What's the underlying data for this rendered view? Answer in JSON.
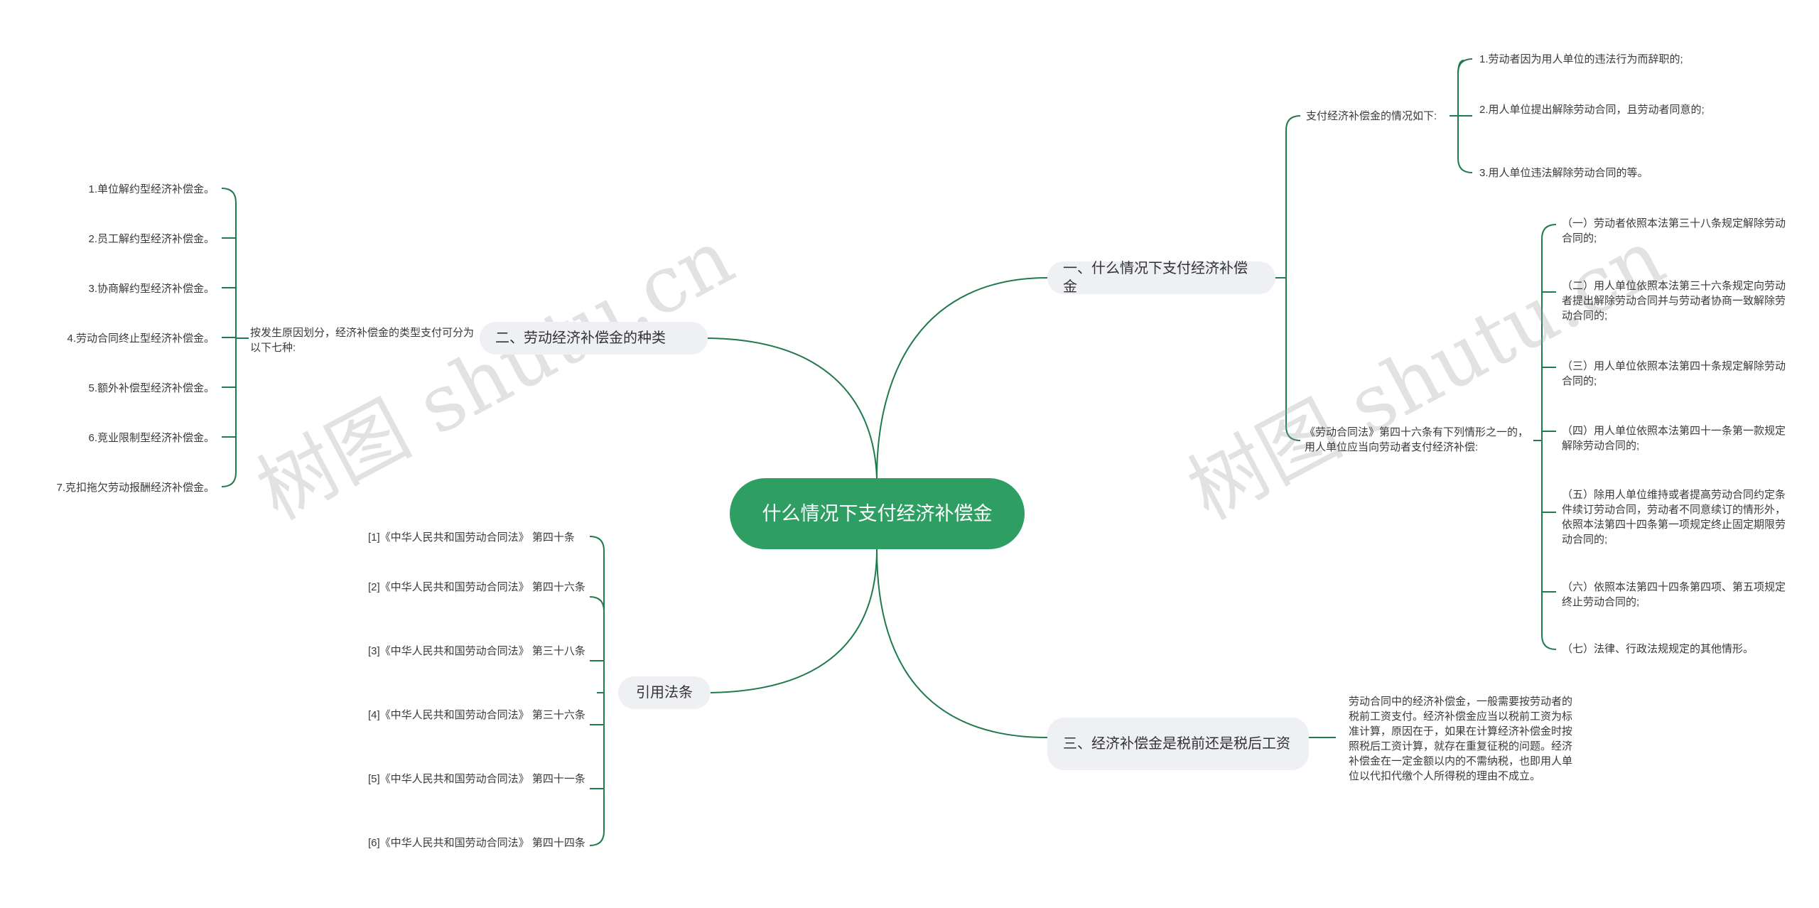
{
  "root": "什么情况下支付经济补偿金",
  "watermark": "树图 shutu.cn",
  "colors": {
    "branch": "#1f7a4d",
    "root_fill": "#2e9e63",
    "topic_fill": "#eef0f3"
  },
  "branch1": {
    "title": "一、什么情况下支付经济补偿金",
    "group_a": {
      "label": "支付经济补偿金的情况如下:",
      "items": [
        "1.劳动者因为用人单位的违法行为而辞职的;",
        "2.用人单位提出解除劳动合同，且劳动者同意的;",
        "3.用人单位违法解除劳动合同的等。"
      ]
    },
    "group_b": {
      "label": "《劳动合同法》第四十六条有下列情形之一的，用人单位应当向劳动者支付经济补偿:",
      "items": [
        "（一）劳动者依照本法第三十八条规定解除劳动合同的;",
        "（二）用人单位依照本法第三十六条规定向劳动者提出解除劳动合同并与劳动者协商一致解除劳动合同的;",
        "（三）用人单位依照本法第四十条规定解除劳动合同的;",
        "（四）用人单位依照本法第四十一条第一款规定解除劳动合同的;",
        "（五）除用人单位维持或者提高劳动合同约定条件续订劳动合同，劳动者不同意续订的情形外，依照本法第四十四条第一项规定终止固定期限劳动合同的;",
        "（六）依照本法第四十四条第四项、第五项规定终止劳动合同的;",
        "（七）法律、行政法规规定的其他情形。"
      ]
    }
  },
  "branch2": {
    "title": "二、劳动经济补偿金的种类",
    "label": "按发生原因划分，经济补偿金的类型支付可分为以下七种:",
    "items": [
      "1.单位解约型经济补偿金。",
      "2.员工解约型经济补偿金。",
      "3.协商解约型经济补偿金。",
      "4.劳动合同终止型经济补偿金。",
      "5.额外补偿型经济补偿金。",
      "6.竞业限制型经济补偿金。",
      "7.克扣拖欠劳动报酬经济补偿金。"
    ]
  },
  "branch3": {
    "title": "三、经济补偿金是税前还是税后工资",
    "text": "劳动合同中的经济补偿金，一般需要按劳动者的税前工资支付。经济补偿金应当以税前工资为标准计算，原因在于，如果在计算经济补偿金时按照税后工资计算，就存在重复征税的问题。经济补偿金在一定金额以内的不需纳税，也即用人单位以代扣代缴个人所得税的理由不成立。"
  },
  "branch4": {
    "title": "引用法条",
    "items": [
      "[1]《中华人民共和国劳动合同法》 第四十条",
      "[2]《中华人民共和国劳动合同法》 第四十六条",
      "[3]《中华人民共和国劳动合同法》 第三十八条",
      "[4]《中华人民共和国劳动合同法》 第三十六条",
      "[5]《中华人民共和国劳动合同法》 第四十一条",
      "[6]《中华人民共和国劳动合同法》 第四十四条"
    ]
  }
}
